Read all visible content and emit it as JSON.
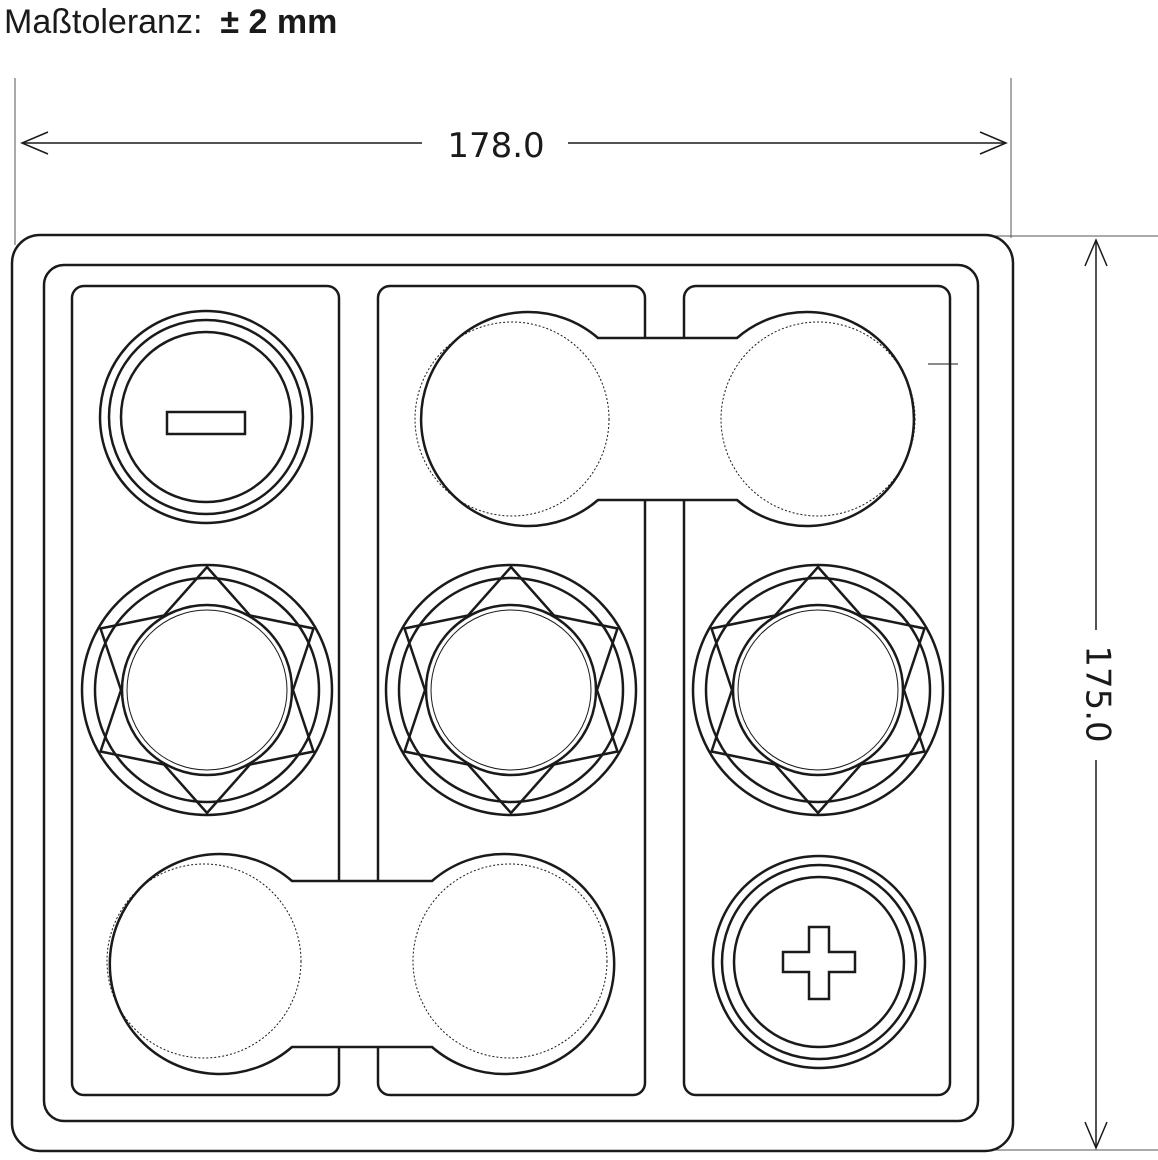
{
  "tolerance": {
    "label": "Maßtoleranz:",
    "value": "± 2 mm"
  },
  "dimensions": {
    "width": "178.0",
    "height": "175.0"
  },
  "terminals": {
    "negative_symbol": "minus",
    "positive_symbol": "plus"
  },
  "colors": {
    "line": "#1a1a1a",
    "background": "#ffffff"
  }
}
